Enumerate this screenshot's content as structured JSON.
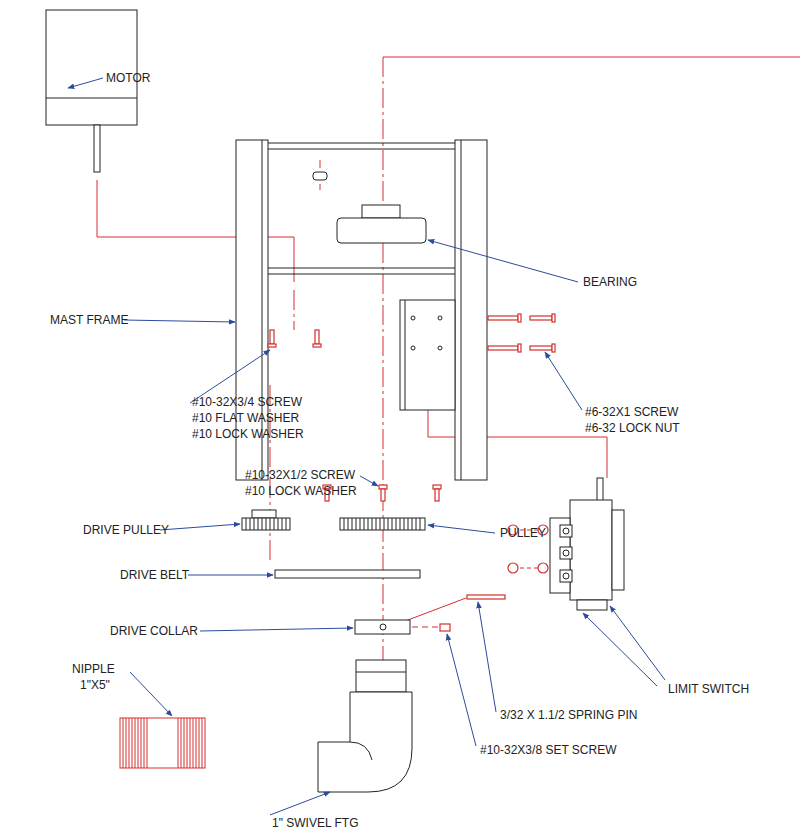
{
  "diagram": {
    "labels": [
      "MOTOR",
      "BEARING",
      "MAST FRAME",
      "#10-32X3/4 SCREW",
      "#10 FLAT WASHER",
      "#10 LOCK WASHER",
      "#6-32X1 SCREW",
      "#6-32 LOCK NUT",
      "#10-32X1/2 SCREW",
      "#10 LOCK WASHER",
      "DRIVE PULLEY",
      "PULLEY",
      "DRIVE BELT",
      "DRIVE COLLAR",
      "LIMIT SWITCH",
      "NIPPLE",
      "1\"X5\"",
      "3/32 X 1.1/2 SPRING PIN",
      "#10-32X3/8 SET SCREW",
      "1\" SWIVEL FTG"
    ]
  }
}
